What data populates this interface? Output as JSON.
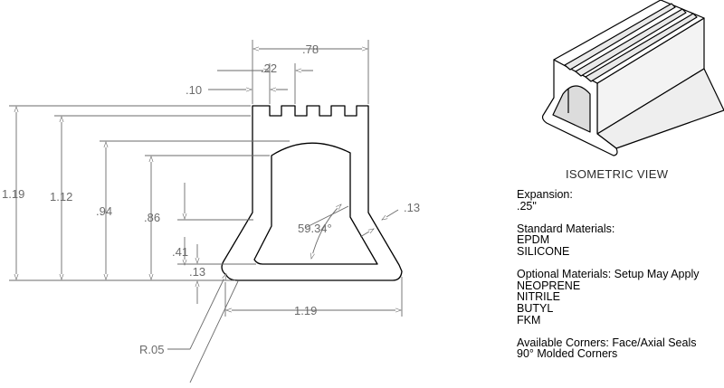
{
  "dimensions": {
    "width_top": ".78",
    "tooth_pitch": ".22",
    "tooth_width": ".10",
    "overall_height": "1.19",
    "height_112": "1.12",
    "height_094": ".94",
    "height_086": ".86",
    "height_041": ".41",
    "thickness_013_bottom": ".13",
    "thickness_013_side": ".13",
    "angle": "59.34°",
    "base_width": "1.19",
    "radius": "R.05"
  },
  "isometric_label": "ISOMETRIC VIEW",
  "specs": {
    "expansion_label": "Expansion:",
    "expansion_value": ".25\"",
    "standard_label": "Standard Materials:",
    "standard_items": [
      "EPDM",
      "SILICONE"
    ],
    "optional_label": "Optional Materials: Setup May Apply",
    "optional_items": [
      "NEOPRENE",
      "NITRILE",
      "BUTYL",
      "FKM"
    ],
    "corners_label": "Available Corners: Face/Axial Seals",
    "corners_value": "90° Molded Corners"
  },
  "colors": {
    "outline": "#000000",
    "dimension": "#6b6b6b",
    "iso_fill": "#e6e6e6"
  }
}
